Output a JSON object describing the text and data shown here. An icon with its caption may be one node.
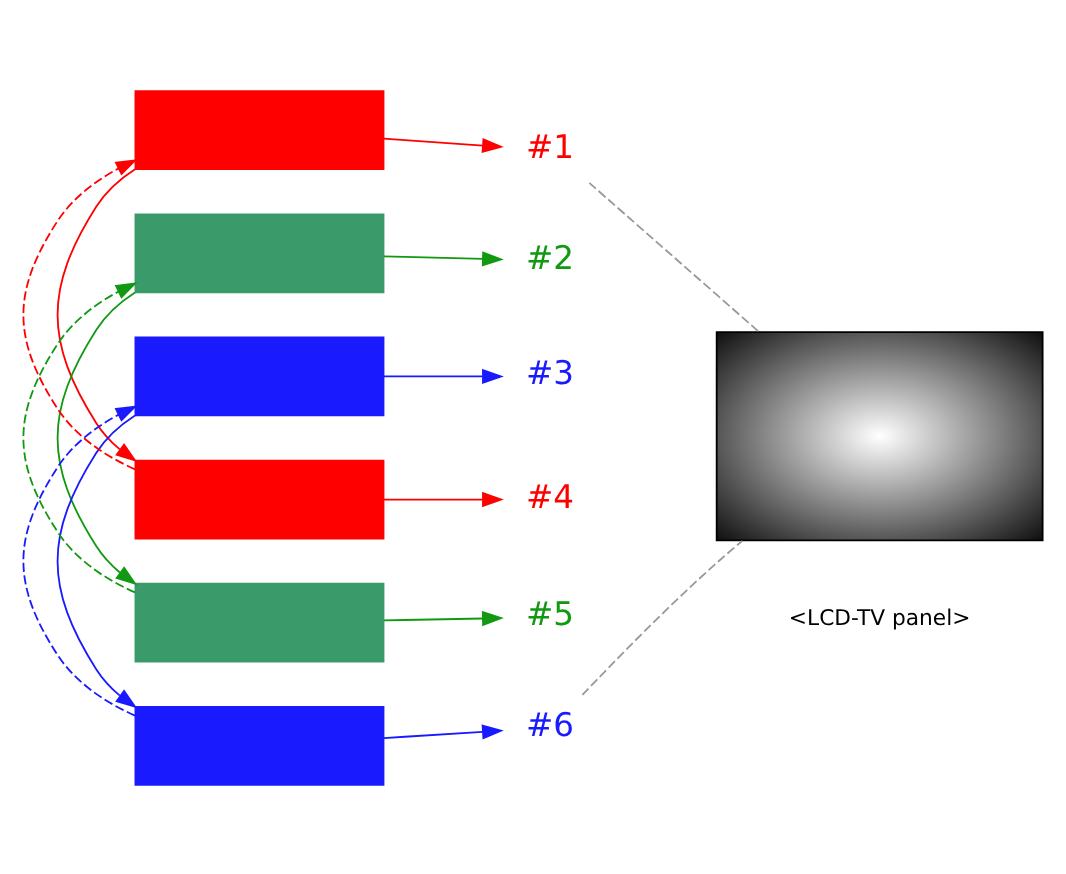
{
  "diagram": {
    "nodes": [
      {
        "text": [],
        "shape": "box"
      },
      {
        "text": [],
        "shape": "box"
      },
      {
        "text": [],
        "shape": "box"
      },
      {
        "text": [],
        "shape": "box"
      },
      {
        "text": [],
        "shape": "box"
      },
      {
        "text": [],
        "shape": "box"
      },
      {
        "text": [
          "#1"
        ]
      },
      {
        "text": [
          "#2"
        ]
      },
      {
        "text": [
          "#3"
        ]
      },
      {
        "text": [
          "#4"
        ]
      },
      {
        "text": [
          "#5"
        ]
      },
      {
        "text": [
          "#6"
        ]
      },
      {
        "text": [],
        "shape": "box",
        "beside": [
          "<LCD-TV panel>"
        ]
      }
    ],
    "edges": [
      {
        "from": 0,
        "to": 6,
        "arrow": "to",
        "color": "#ff0000"
      },
      {
        "from": 1,
        "to": 7,
        "arrow": "to",
        "color": "#119911"
      },
      {
        "from": 2,
        "to": 8,
        "arrow": "to",
        "color": "#1a1aff"
      },
      {
        "from": 3,
        "to": 9,
        "arrow": "to",
        "color": "#ff0000"
      },
      {
        "from": 4,
        "to": 10,
        "arrow": "to",
        "color": "#119911"
      },
      {
        "from": 5,
        "to": 11,
        "arrow": "to",
        "color": "#1a1aff"
      },
      {
        "from": 0,
        "to": 3,
        "arrow": "to",
        "color": "#ff0000"
      },
      {
        "from": 3,
        "to": 0,
        "arrow": "to",
        "style": "dashed",
        "color": "#ff0000"
      },
      {
        "from": 1,
        "to": 4,
        "arrow": "to",
        "color": "#119911"
      },
      {
        "from": 4,
        "to": 1,
        "arrow": "to",
        "style": "dashed",
        "color": "#119911"
      },
      {
        "from": 2,
        "to": 5,
        "arrow": "to",
        "color": "#1a1aff"
      },
      {
        "from": 5,
        "to": 2,
        "arrow": "to",
        "style": "dashed",
        "color": "#1a1aff"
      },
      {
        "from": 6,
        "to": 12,
        "arrow": "none",
        "style": "dashed",
        "color": "#999999"
      },
      {
        "from": 11,
        "to": 12,
        "arrow": "none",
        "style": "dashed",
        "color": "#999999"
      }
    ]
  }
}
